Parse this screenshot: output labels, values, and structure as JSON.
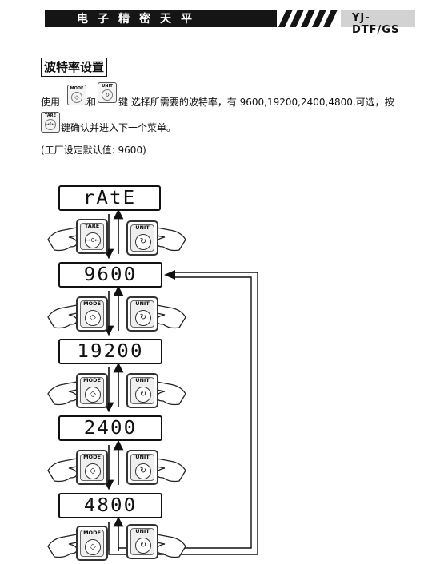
{
  "header": {
    "title": "电子精密天平",
    "model": "YJ-DTF/GS"
  },
  "section": {
    "title": "波特率设置"
  },
  "instructions": {
    "line1_prefix": "使用",
    "line1_and": "和",
    "line1_rest": "键 选择所需要的波特率，有 9600,19200,2400,4800,可选，按",
    "line2_rest": "键确认并进入下一个菜单。",
    "default_note": "(工厂设定默认值: 9600)"
  },
  "keys": {
    "mode_label": "MODE",
    "unit_label": "UNIT",
    "tare_label": "TARE",
    "mode_symbol": "◇",
    "unit_symbol": "↻",
    "tare_symbol": "→0←"
  },
  "displays": {
    "rate": "rAtE",
    "baud_9600": "9600",
    "baud_19200": "19200",
    "baud_2400": "2400",
    "baud_4800": "4800"
  }
}
